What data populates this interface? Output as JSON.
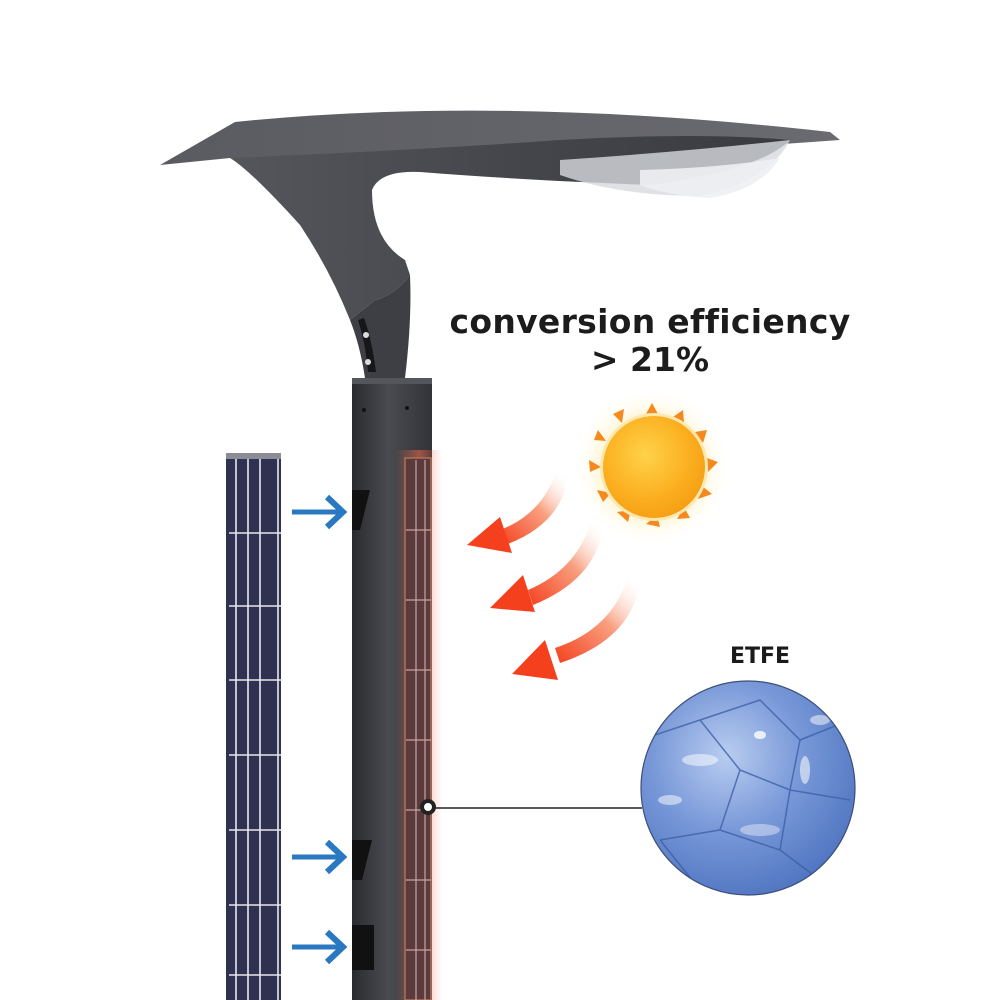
{
  "headline": {
    "line1": "conversion efficiency",
    "line2": "> 21%"
  },
  "material_label": "ETFE",
  "icons": {
    "sun": "sun-icon",
    "heat_arrows": "curved-arrow-icon",
    "insert_arrows": "right-arrow-icon"
  },
  "colors": {
    "pole": "#3d3e42",
    "pole_dark": "#2b2c30",
    "lamp_head": "#4a4b4f",
    "solar_panel": "#2e3150",
    "panel_grid": "#e8e8ee",
    "embedded_panel": "#5a3a3c",
    "glow": "#f26a4a",
    "blue_arrow": "#2a78c2",
    "heat_arrow": "#f5401e",
    "sun_core": "#f9a81c",
    "sun_rays": "#f5891e",
    "etfe_blue": "#5d86cf",
    "leader_line": "#222222"
  }
}
